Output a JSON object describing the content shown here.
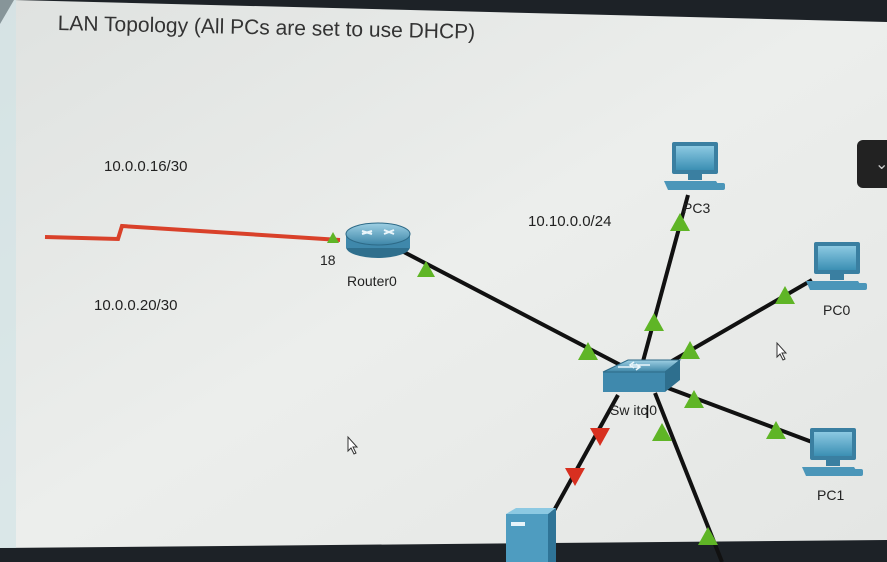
{
  "title": "LAN Topology (All PCs are set to use DHCP)",
  "networks": {
    "upper_wan": "10.0.0.16/30",
    "lower_wan": "10.0.0.20/30",
    "lan": "10.10.0.0/24"
  },
  "router": {
    "name": "Router0",
    "port_label": "18"
  },
  "switch": {
    "name": "Sw itc",
    "name_tail": "0"
  },
  "pcs": {
    "pc3": "PC3",
    "pc0": "PC0",
    "pc1": "PC1"
  },
  "colors": {
    "background": "#eaecea",
    "serial_link": "#d9412a",
    "ethernet_link": "#111111",
    "link_up": "#5fb526",
    "link_down": "#d83020",
    "device": "#5aa7c7"
  }
}
